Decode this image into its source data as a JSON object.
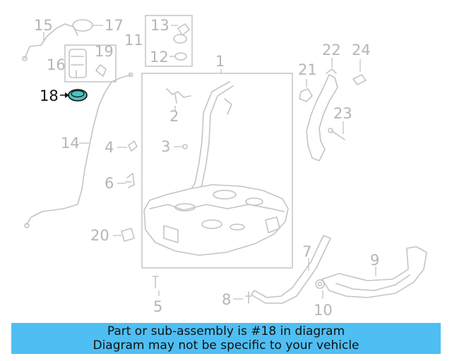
{
  "callouts": {
    "c1": "1",
    "c2": "2",
    "c3": "3",
    "c4": "4",
    "c5": "5",
    "c6": "6",
    "c7": "7",
    "c8": "8",
    "c9": "9",
    "c10": "10",
    "c11": "11",
    "c12": "12",
    "c13": "13",
    "c14": "14",
    "c15": "15",
    "c16": "16",
    "c17": "17",
    "c18": "18",
    "c19": "19",
    "c20": "20",
    "c21": "21",
    "c22": "22",
    "c23": "23",
    "c24": "24"
  },
  "highlight": {
    "callout": "18",
    "color": "#111111",
    "part_fill": "#4fc0c0"
  },
  "banner": {
    "line1": "Part or sub-assembly is #18 in diagram",
    "line2": "Diagram may not be specific to your vehicle",
    "background": "#4fbef3"
  }
}
